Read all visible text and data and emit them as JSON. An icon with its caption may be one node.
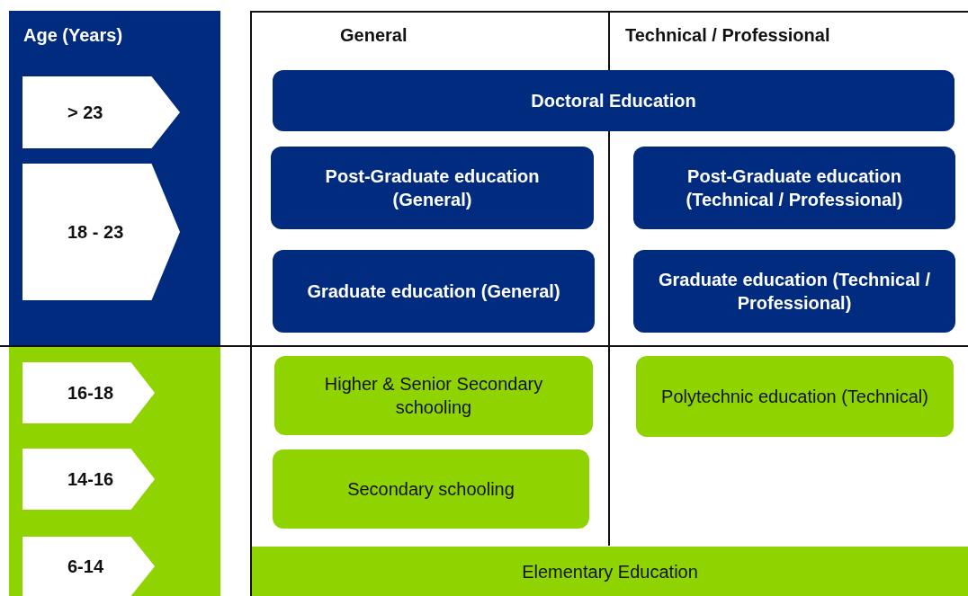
{
  "diagram": {
    "nodes": [
      {
        "text": [
          "> 23"
        ]
      },
      {
        "text": [
          "18 - 23"
        ]
      },
      {
        "text": [
          "16-18"
        ]
      },
      {
        "text": [
          "14-16"
        ]
      },
      {
        "text": [
          "6-14"
        ]
      },
      {
        "text": [
          "Doctoral Education"
        ]
      },
      {
        "text": [
          "Post-Graduate education (General)"
        ]
      },
      {
        "text": [
          "Post-Graduate education (Technical / Professional)"
        ]
      },
      {
        "text": [
          "Graduate education (General)"
        ]
      },
      {
        "text": [
          "Graduate education (Technical / Professional)"
        ]
      },
      {
        "text": [
          "Higher & Senior Secondary schooling"
        ]
      },
      {
        "text": [
          "Polytechnic education (Technical)"
        ]
      },
      {
        "text": [
          "Secondary schooling"
        ]
      },
      {
        "text": [
          "Elementary Education"
        ]
      }
    ],
    "labels": [
      "Age (Years)",
      "General",
      "Technical / Professional"
    ]
  }
}
